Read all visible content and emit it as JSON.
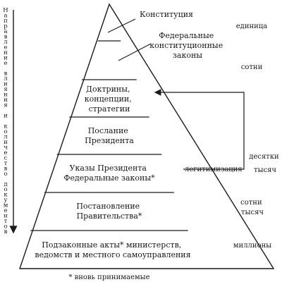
{
  "side_label": "Направление влияния и количество документов",
  "levels": [
    {
      "lines": [
        "Конституция"
      ],
      "count": "единица"
    },
    {
      "lines": [
        "Федеральные",
        "конституционные",
        "законы"
      ],
      "count": "сотни"
    },
    {
      "lines": [
        "Доктрины,",
        "концепции,",
        "стратегии"
      ],
      "count": ""
    },
    {
      "lines": [
        "Послание",
        "Президента"
      ],
      "count": ""
    },
    {
      "lines": [
        "Указы Президента",
        "Федеральные законы*"
      ],
      "count": "десятки тысяч"
    },
    {
      "lines": [
        "Постановление",
        "Правительства*"
      ],
      "count": "сотни тысяч"
    },
    {
      "lines": [
        "Подзаконные акты* министерств,",
        "ведомств и местного самоуправления"
      ],
      "count": "миллионы"
    }
  ],
  "legitimization_label": "легитимизация",
  "footnote": "* вновь принимаемые"
}
